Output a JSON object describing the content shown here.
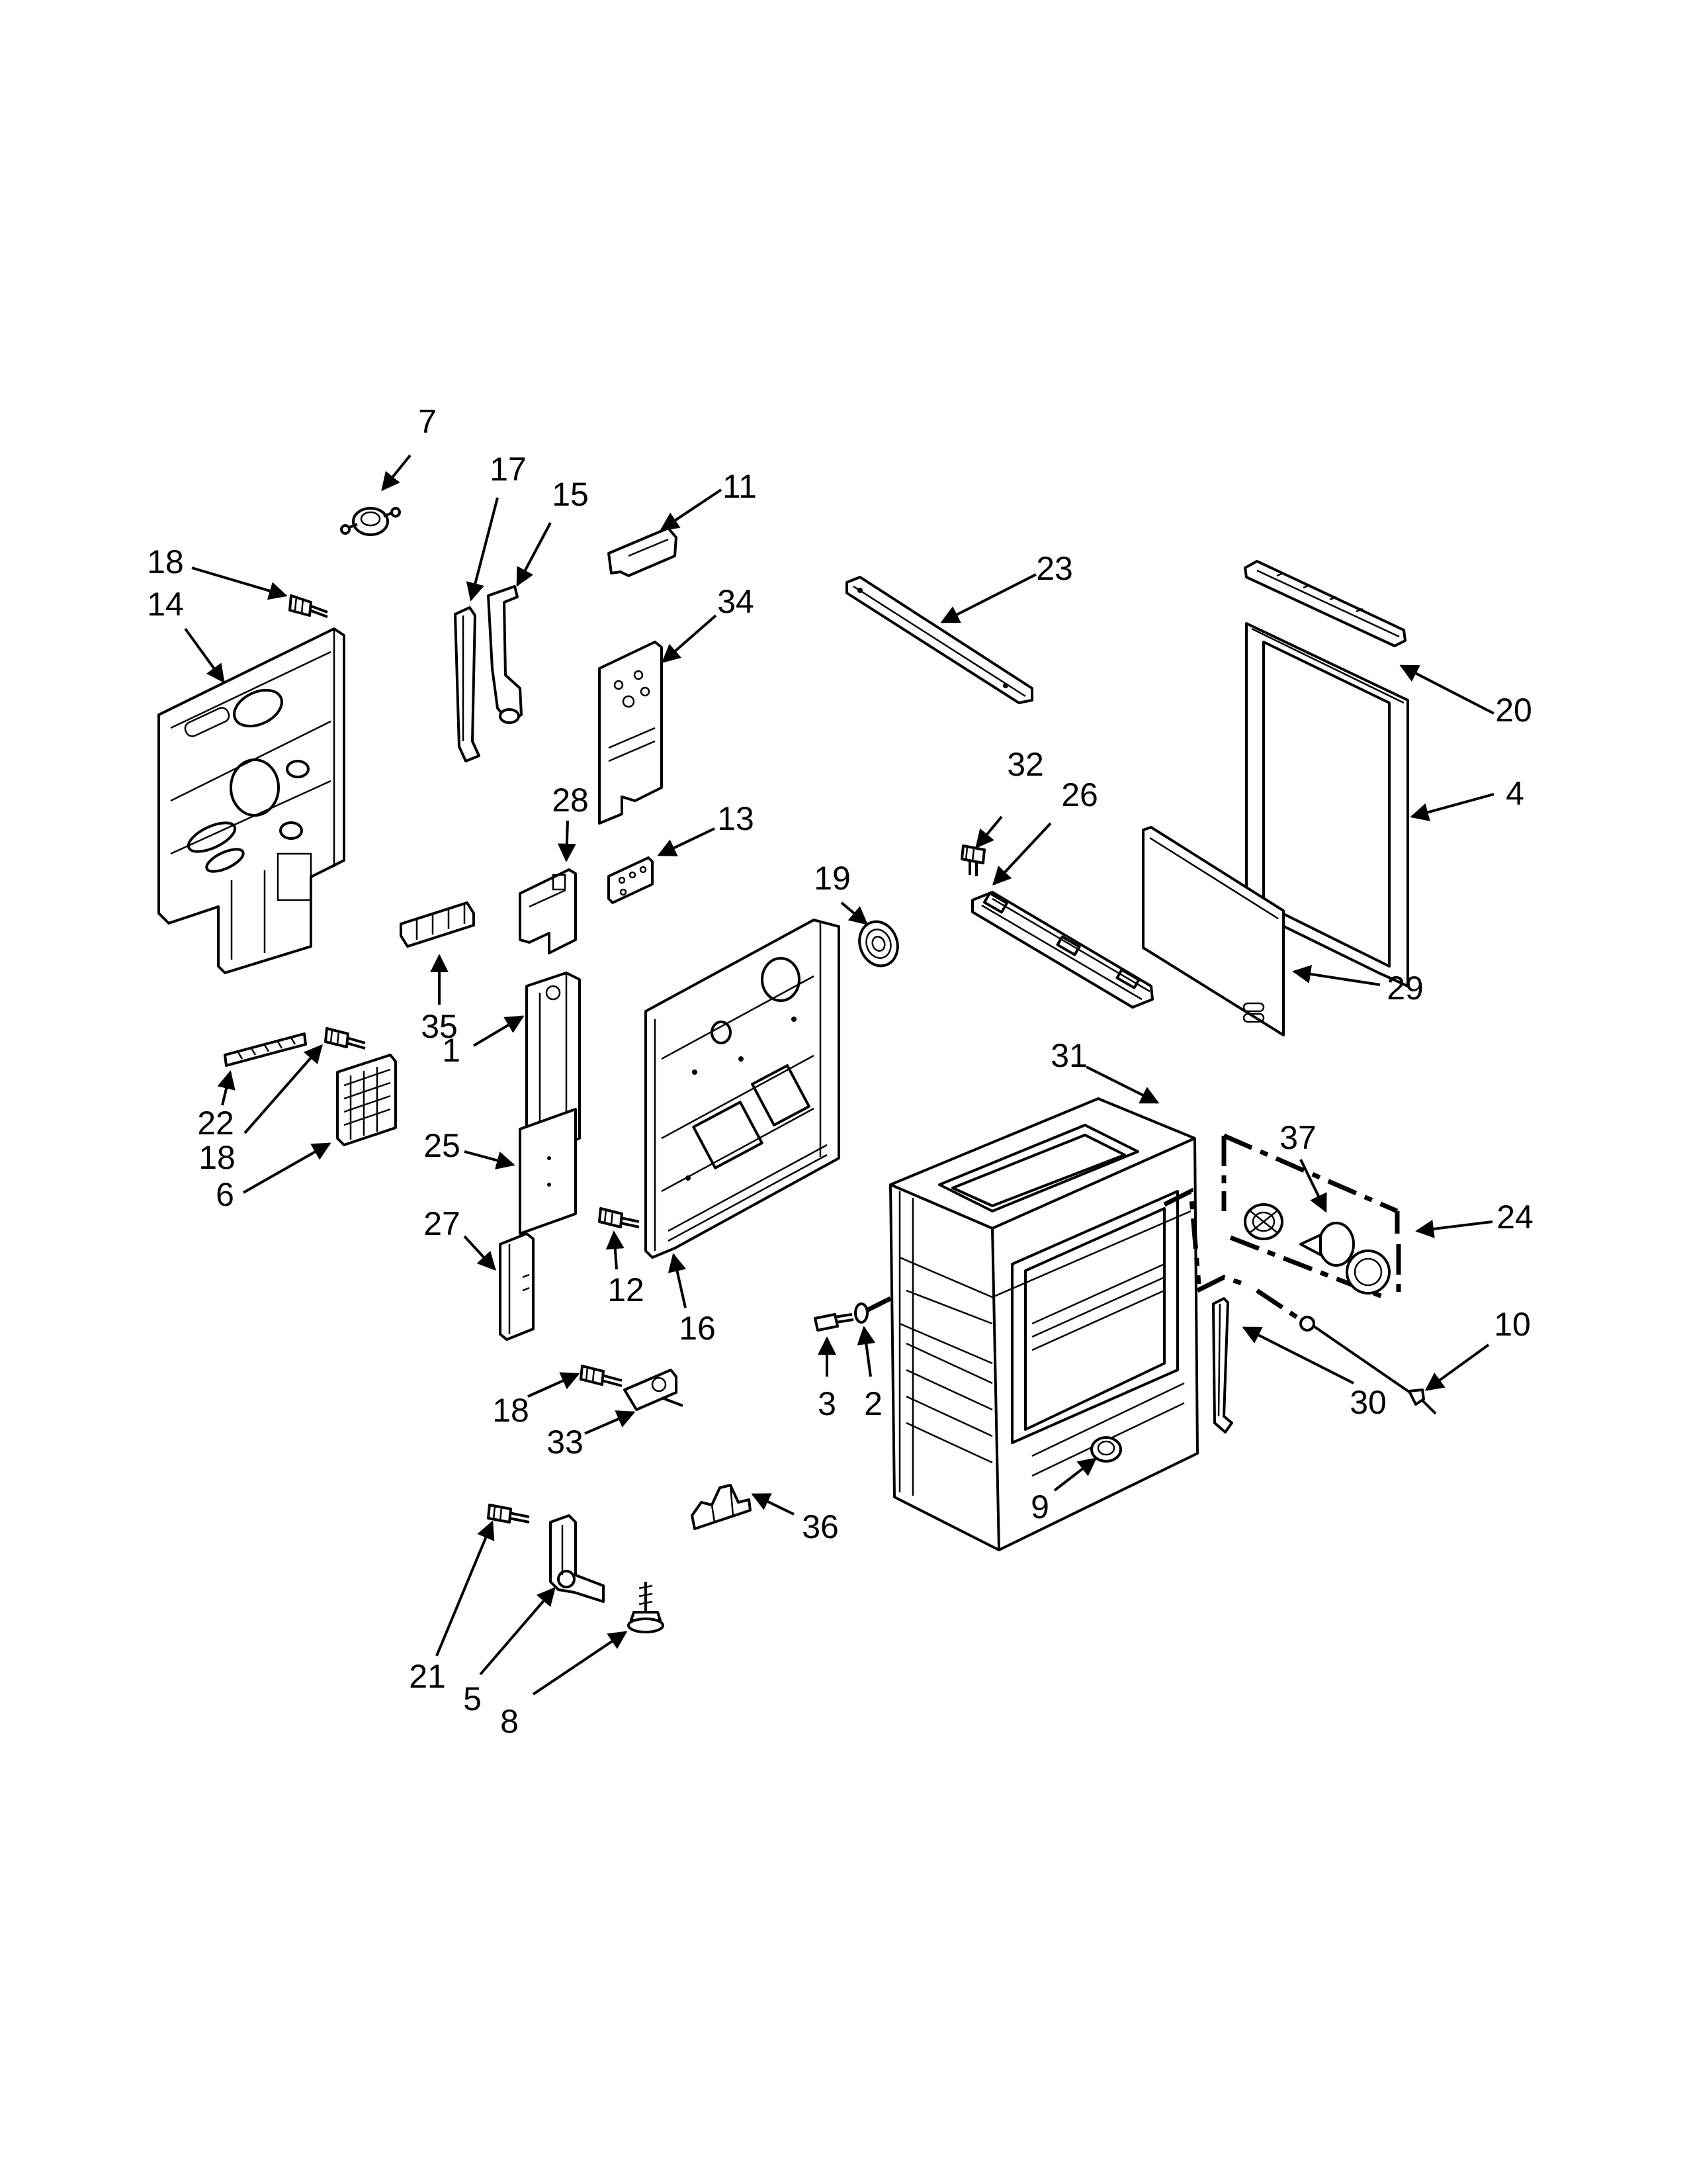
{
  "diagram": {
    "callouts": [
      {
        "id": "c7",
        "text": "7"
      },
      {
        "id": "c17",
        "text": "17"
      },
      {
        "id": "c15",
        "text": "15"
      },
      {
        "id": "c11",
        "text": "11"
      },
      {
        "id": "c18a",
        "text": "18"
      },
      {
        "id": "c14",
        "text": "14"
      },
      {
        "id": "c34",
        "text": "34"
      },
      {
        "id": "c23",
        "text": "23"
      },
      {
        "id": "c20",
        "text": "20"
      },
      {
        "id": "c4",
        "text": "4"
      },
      {
        "id": "c32",
        "text": "32"
      },
      {
        "id": "c26",
        "text": "26"
      },
      {
        "id": "c28",
        "text": "28"
      },
      {
        "id": "c13",
        "text": "13"
      },
      {
        "id": "c19",
        "text": "19"
      },
      {
        "id": "c29",
        "text": "29"
      },
      {
        "id": "c35",
        "text": "35"
      },
      {
        "id": "c1",
        "text": "1"
      },
      {
        "id": "c22",
        "text": "22"
      },
      {
        "id": "c18b",
        "text": "18"
      },
      {
        "id": "c6",
        "text": "6"
      },
      {
        "id": "c25",
        "text": "25"
      },
      {
        "id": "c31",
        "text": "31"
      },
      {
        "id": "c37",
        "text": "37"
      },
      {
        "id": "c24",
        "text": "24"
      },
      {
        "id": "c27",
        "text": "27"
      },
      {
        "id": "c12",
        "text": "12"
      },
      {
        "id": "c16",
        "text": "16"
      },
      {
        "id": "c10",
        "text": "10"
      },
      {
        "id": "c3",
        "text": "3"
      },
      {
        "id": "c2",
        "text": "2"
      },
      {
        "id": "c30",
        "text": "30"
      },
      {
        "id": "c18c",
        "text": "18"
      },
      {
        "id": "c33",
        "text": "33"
      },
      {
        "id": "c9",
        "text": "9"
      },
      {
        "id": "c36",
        "text": "36"
      },
      {
        "id": "c21",
        "text": "21"
      },
      {
        "id": "c5",
        "text": "5"
      },
      {
        "id": "c8",
        "text": "8"
      }
    ]
  }
}
